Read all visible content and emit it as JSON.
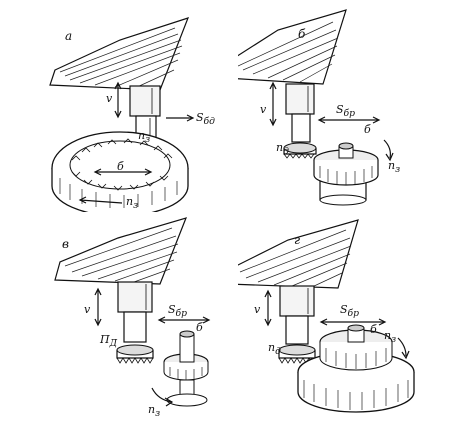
{
  "panels": [
    {
      "id": "a",
      "letter": "а",
      "v": "v",
      "s": "S",
      "s_sub": "бд",
      "d": "б",
      "p": "п",
      "p_sub": "з"
    },
    {
      "id": "b",
      "letter": "б",
      "v": "v",
      "s": "S",
      "s_sub": "бр",
      "d": "б",
      "pd": "п",
      "pd_sub": "д",
      "p": "п",
      "p_sub": "з"
    },
    {
      "id": "c",
      "letter": "в",
      "v": "v",
      "s": "S",
      "s_sub": "бр",
      "d": "б",
      "pd": "П",
      "pd_sub": "Д",
      "p": "п",
      "p_sub": "з"
    },
    {
      "id": "d",
      "letter": "г",
      "v": "v",
      "s": "S",
      "s_sub": "бр",
      "d": "б",
      "pd": "п",
      "pd_sub": "д",
      "p": "п",
      "p_sub": "з"
    }
  ]
}
